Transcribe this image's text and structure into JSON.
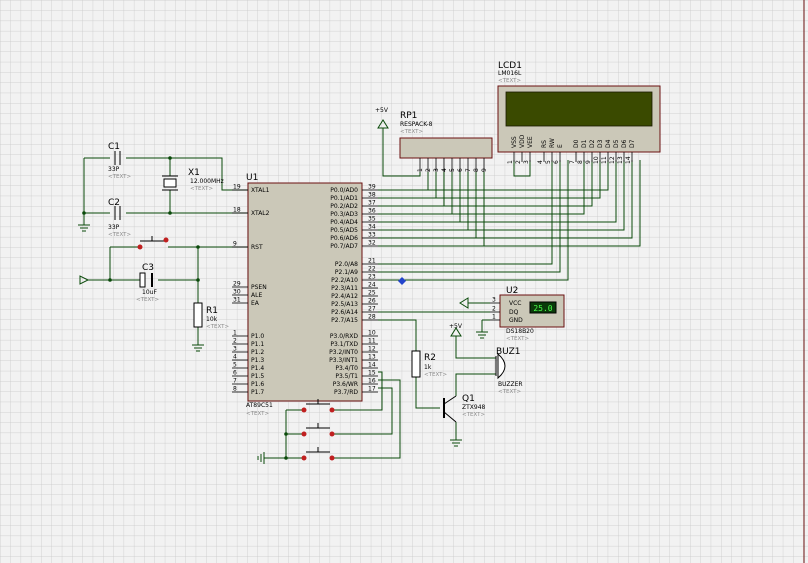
{
  "u1": {
    "ref": "U1",
    "part": "AT89C51",
    "text": "<TEXT>",
    "left_pins": [
      {
        "num": "19",
        "name": "XTAL1"
      },
      {
        "num": "18",
        "name": "XTAL2"
      },
      {
        "num": "9",
        "name": "RST"
      },
      {
        "num": "29",
        "name": "PSEN"
      },
      {
        "num": "30",
        "name": "ALE"
      },
      {
        "num": "31",
        "name": "EA"
      },
      {
        "num": "1",
        "name": "P1.0"
      },
      {
        "num": "2",
        "name": "P1.1"
      },
      {
        "num": "3",
        "name": "P1.2"
      },
      {
        "num": "4",
        "name": "P1.3"
      },
      {
        "num": "5",
        "name": "P1.4"
      },
      {
        "num": "6",
        "name": "P1.5"
      },
      {
        "num": "7",
        "name": "P1.6"
      },
      {
        "num": "8",
        "name": "P1.7"
      }
    ],
    "right_pins": [
      {
        "num": "39",
        "name": "P0.0/AD0"
      },
      {
        "num": "38",
        "name": "P0.1/AD1"
      },
      {
        "num": "37",
        "name": "P0.2/AD2"
      },
      {
        "num": "36",
        "name": "P0.3/AD3"
      },
      {
        "num": "35",
        "name": "P0.4/AD4"
      },
      {
        "num": "34",
        "name": "P0.5/AD5"
      },
      {
        "num": "33",
        "name": "P0.6/AD6"
      },
      {
        "num": "32",
        "name": "P0.7/AD7"
      },
      {
        "num": "21",
        "name": "P2.0/A8"
      },
      {
        "num": "22",
        "name": "P2.1/A9"
      },
      {
        "num": "23",
        "name": "P2.2/A10"
      },
      {
        "num": "24",
        "name": "P2.3/A11"
      },
      {
        "num": "25",
        "name": "P2.4/A12"
      },
      {
        "num": "26",
        "name": "P2.5/A13"
      },
      {
        "num": "27",
        "name": "P2.6/A14"
      },
      {
        "num": "28",
        "name": "P2.7/A15"
      },
      {
        "num": "10",
        "name": "P3.0/RXD"
      },
      {
        "num": "11",
        "name": "P3.1/TXD"
      },
      {
        "num": "12",
        "name": "P3.2/INT0"
      },
      {
        "num": "13",
        "name": "P3.3/INT1"
      },
      {
        "num": "14",
        "name": "P3.4/T0"
      },
      {
        "num": "15",
        "name": "P3.5/T1"
      },
      {
        "num": "16",
        "name": "P3.6/WR"
      },
      {
        "num": "17",
        "name": "P3.7/RD"
      }
    ]
  },
  "lcd1": {
    "ref": "LCD1",
    "part": "LM016L",
    "text": "<TEXT>",
    "pins": [
      {
        "num": "1",
        "name": "VSS"
      },
      {
        "num": "2",
        "name": "VDD"
      },
      {
        "num": "3",
        "name": "VEE"
      },
      {
        "num": "4",
        "name": "RS"
      },
      {
        "num": "5",
        "name": "RW"
      },
      {
        "num": "6",
        "name": "E"
      },
      {
        "num": "7",
        "name": "D0"
      },
      {
        "num": "8",
        "name": "D1"
      },
      {
        "num": "9",
        "name": "D2"
      },
      {
        "num": "10",
        "name": "D3"
      },
      {
        "num": "11",
        "name": "D4"
      },
      {
        "num": "12",
        "name": "D5"
      },
      {
        "num": "13",
        "name": "D6"
      },
      {
        "num": "14",
        "name": "D7"
      }
    ]
  },
  "rp1": {
    "ref": "RP1",
    "part": "RESPACK-8",
    "text": "<TEXT>",
    "pins": [
      "1",
      "2",
      "3",
      "4",
      "5",
      "6",
      "7",
      "8",
      "9"
    ]
  },
  "c1": {
    "ref": "C1",
    "value": "33P",
    "text": "<TEXT>"
  },
  "c2": {
    "ref": "C2",
    "value": "33P",
    "text": "<TEXT>"
  },
  "c3": {
    "ref": "C3",
    "value": "10uF",
    "text": "<TEXT>"
  },
  "x1": {
    "ref": "X1",
    "value": "12.000MHz",
    "text": "<TEXT>"
  },
  "r1": {
    "ref": "R1",
    "value": "10k",
    "text": "<TEXT>"
  },
  "r2": {
    "ref": "R2",
    "value": "1k",
    "text": "<TEXT>"
  },
  "q1": {
    "ref": "Q1",
    "part": "ZTX948",
    "text": "<TEXT>"
  },
  "u2": {
    "ref": "U2",
    "part": "DS18B20",
    "text": "<TEXT>",
    "display": "25.0",
    "pins": [
      {
        "num": "3",
        "name": "VCC"
      },
      {
        "num": "2",
        "name": "DQ"
      },
      {
        "num": "1",
        "name": "GND"
      }
    ]
  },
  "buz1": {
    "ref": "BUZ1",
    "part": "BUZZER",
    "text": "<TEXT>"
  },
  "power": {
    "plus5v": "+5V"
  },
  "colors": {
    "grid": "#c8c8c8",
    "wire": "#0a4a0a",
    "body": "#cbc8b8",
    "outline": "#6b1010",
    "lcd": "#3a4a00"
  }
}
